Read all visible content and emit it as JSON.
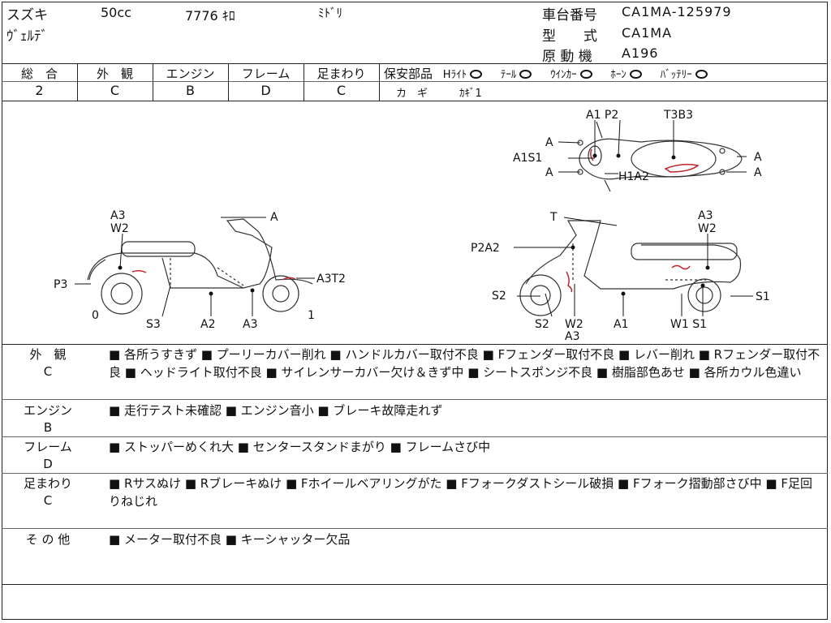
{
  "header": {
    "maker": "スズキ",
    "cc": "50cc",
    "mileage": "7776 ｷﾛ",
    "color": "ﾐﾄﾞﾘ",
    "model_name": "ｳﾞｪﾙﾃﾞ",
    "frame_no_label": "車台番号",
    "frame_no": "CA1MA-125979",
    "type_label": "型　　式",
    "type_value": "CA1MA",
    "engine_label": "原 動 機",
    "engine_value": "A196"
  },
  "grades": {
    "items": [
      {
        "label": "総　合",
        "value": "2"
      },
      {
        "label": "外　観",
        "value": "C"
      },
      {
        "label": "エンジン",
        "value": "B"
      },
      {
        "label": "フレーム",
        "value": "D"
      },
      {
        "label": "足まわり",
        "value": "C"
      }
    ],
    "safety_label": "保安部品",
    "safety_items": [
      "Hﾗｲﾄ",
      "ﾃｰﾙ",
      "ｳｲﾝｶｰ",
      "ﾎｰﾝ",
      "ﾊﾞｯﾃﾘｰ"
    ],
    "key_label": "カ　ギ",
    "key_value": "ｶｷﾞ1"
  },
  "diagram": {
    "left_view": {
      "A3W2_a": "A3",
      "A3W2_b": "W2",
      "A": "A",
      "A3T2": "A3T2",
      "P3": "P3",
      "zero": "0",
      "one": "1",
      "S3": "S3",
      "A2": "A2",
      "A3": "A3"
    },
    "right_view": {
      "T": "T",
      "A3W2_a": "A3",
      "A3W2_b": "W2",
      "P2A2": "P2A2",
      "S2_top": "S2",
      "S1": "S1",
      "S2_bot": "S2",
      "W2A3_a": "W2",
      "W2A3_b": "A3",
      "A1": "A1",
      "W1S1": "W1 S1"
    },
    "top_view": {
      "A1P2": "A1 P2",
      "T3B3": "T3B3",
      "A_tl": "A",
      "A1S1": "A1S1",
      "A_bl": "A",
      "H1A2": "H1A2",
      "A_r1": "A",
      "A_r2": "A"
    }
  },
  "sections": [
    {
      "label": "外　観",
      "grade": "C",
      "text": "■ 各所うすきず ■ プーリーカバー削れ ■ ハンドルカバー取付不良 ■ Fフェンダー取付不良 ■ レバー削れ ■ Rフェンダー取付不良 ■ ヘッドライト取付不良 ■ サイレンサーカバー欠け＆きず中 ■ シートスポンジ不良 ■ 樹脂部色あせ ■ 各所カウル色違い"
    },
    {
      "label": "エンジン",
      "grade": "B",
      "text": "■ 走行テスト未確認 ■ エンジン音小 ■ ブレーキ故障走れず"
    },
    {
      "label": "フレーム",
      "grade": "D",
      "text": "■ ストッパーめくれ大 ■ センタースタンドまがり ■ フレームさび中"
    },
    {
      "label": "足まわり",
      "grade": "C",
      "text": "■ Rサスぬけ ■ Rブレーキぬけ ■ Fホイールベアリングがた ■ Fフォークダストシール破損 ■ Fフォーク摺動部さび中 ■ F足回りねじれ"
    },
    {
      "label": "そ の 他",
      "grade": "",
      "text": "■ メーター取付不良 ■ キーシャッター欠品"
    }
  ]
}
